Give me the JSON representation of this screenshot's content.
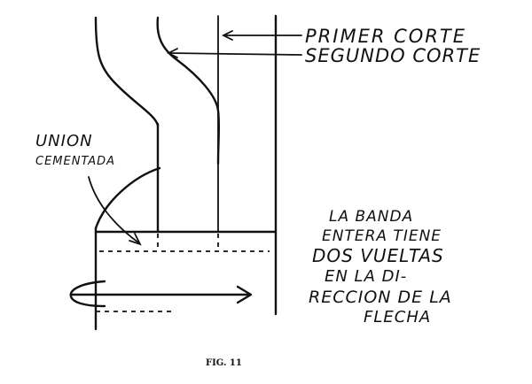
{
  "labels": {
    "first_cut": "PRIMER CORTE",
    "second_cut": "SEGUNDO CORTE",
    "union_line1": "UNION",
    "union_line2": "CEMENTADA",
    "note_lines": [
      "LA BANDA",
      "ENTERA TIENE",
      "DOS VUELTAS",
      "EN LA DI-",
      "RECCION DE LA",
      "FLECHA"
    ]
  },
  "caption": "FIG. 11"
}
